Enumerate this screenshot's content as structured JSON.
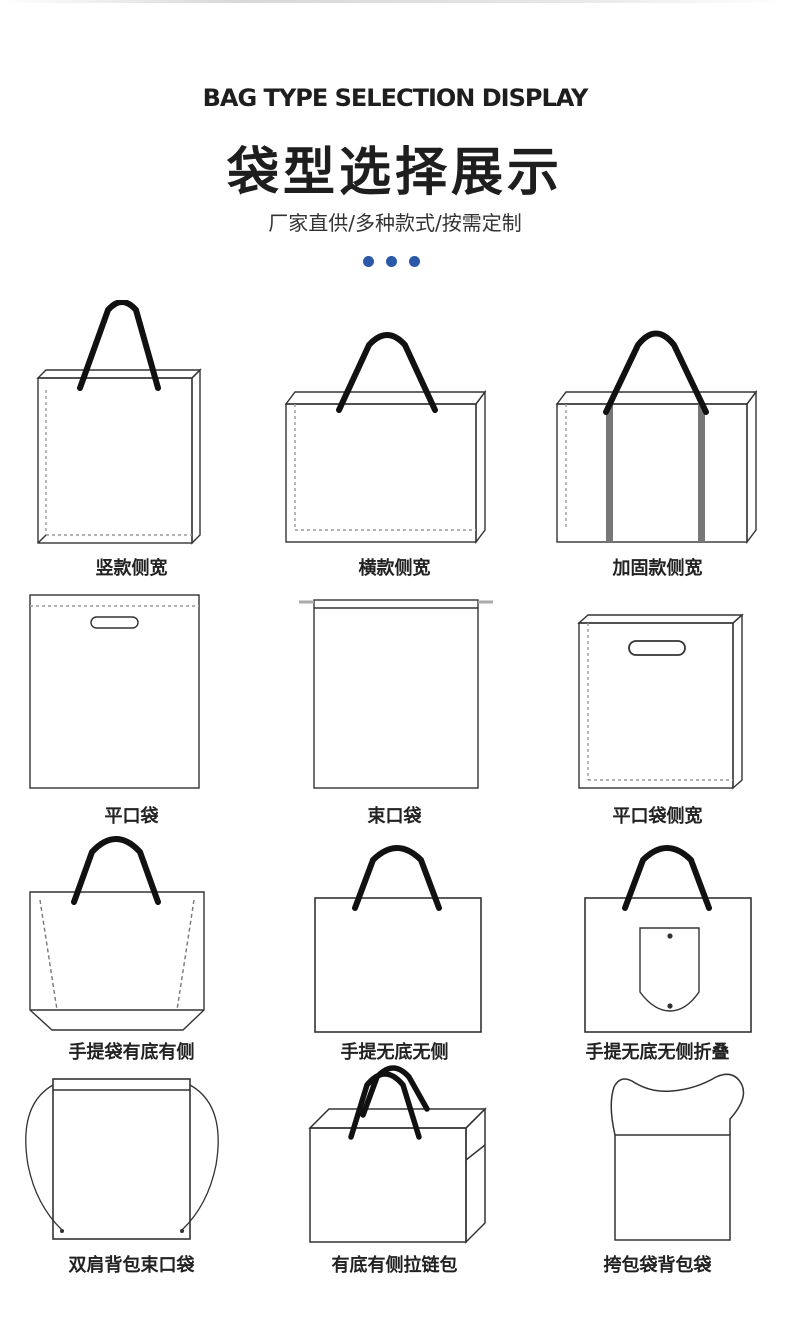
{
  "header": {
    "en_title": "BAG TYPE SELECTION DISPLAY",
    "cn_title": "袋型选择展示",
    "subtitle": "厂家直供/多种款式/按需定制",
    "accent_color": "#2b58a8"
  },
  "bags": [
    {
      "label": "竖款侧宽"
    },
    {
      "label": "横款侧宽"
    },
    {
      "label": "加固款侧宽"
    },
    {
      "label": "平口袋"
    },
    {
      "label": "束口袋"
    },
    {
      "label": "平口袋侧宽"
    },
    {
      "label": "手提袋有底有侧"
    },
    {
      "label": "手提无底无侧"
    },
    {
      "label": "手提无底无侧折叠"
    },
    {
      "label": "双肩背包束口袋"
    },
    {
      "label": "有底有侧拉链包"
    },
    {
      "label": "挎包袋背包袋"
    }
  ]
}
